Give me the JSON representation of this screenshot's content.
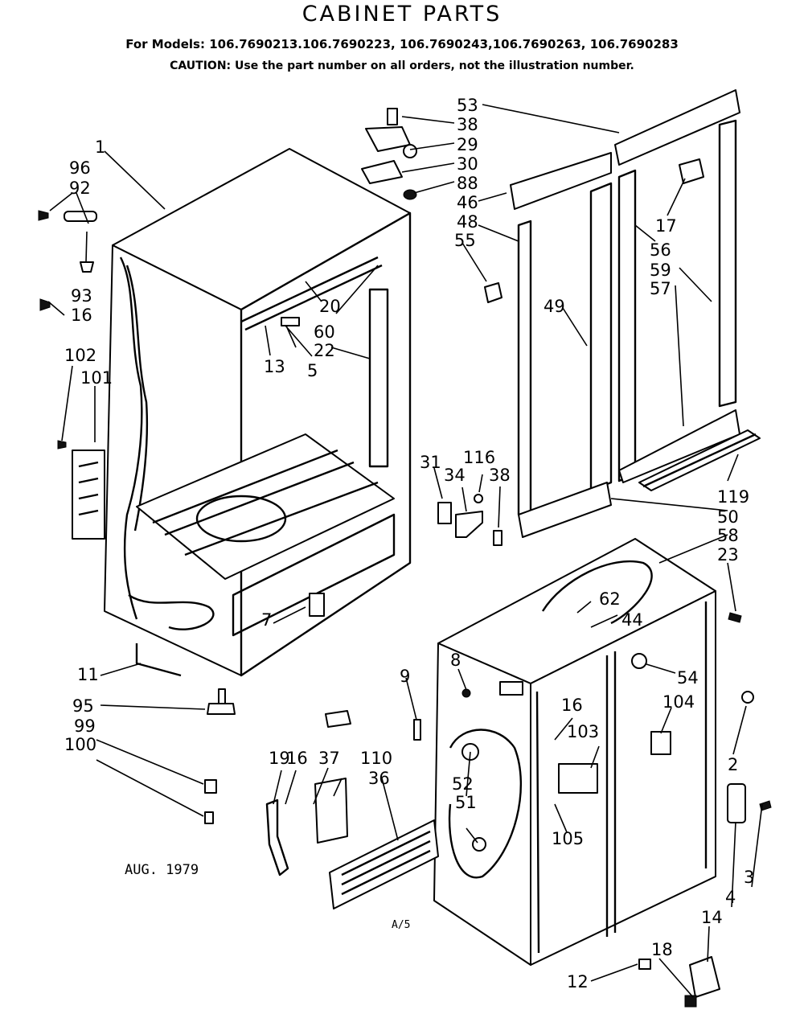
{
  "header": {
    "title": "CABINET PARTS",
    "models": "For Models: 106.7690213.106.7690223, 106.7690243,106.7690263, 106.7690283",
    "caution": "CAUTION: Use the part number on all orders, not the illustration number."
  },
  "footer": {
    "date": "AUG. 1979",
    "page_id": "A/5"
  },
  "part_labels": [
    "1",
    "96",
    "92",
    "93",
    "16",
    "102",
    "101",
    "11",
    "95",
    "99",
    "100",
    "19",
    "16",
    "37",
    "110",
    "36",
    "53",
    "38",
    "29",
    "30",
    "88",
    "46",
    "48",
    "55",
    "17",
    "56",
    "59",
    "57",
    "49",
    "20",
    "60",
    "13",
    "5",
    "22",
    "7",
    "31",
    "34",
    "116",
    "38",
    "119",
    "50",
    "58",
    "23",
    "62",
    "44",
    "8",
    "9",
    "54",
    "104",
    "2",
    "16",
    "103",
    "52",
    "51",
    "105",
    "3",
    "4",
    "14",
    "18",
    "12"
  ]
}
